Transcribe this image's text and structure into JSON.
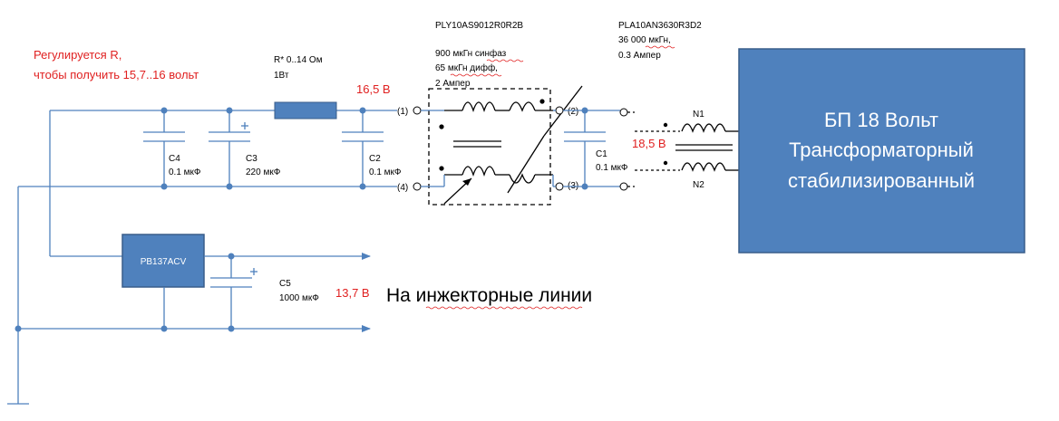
{
  "note_red": {
    "line1": "Регулируется  R,",
    "line2": "чтобы получить  15,7..16 вольт"
  },
  "resistor": {
    "line1": "R* 0..14 Ом",
    "line2": "1Вт"
  },
  "voltages": {
    "v1": "16,5  В",
    "v2": "18,5  В",
    "v3": "13,7  В"
  },
  "filter1": {
    "part": "PLY10AS9012R0R2B",
    "line1": "900 мкГн синфаз",
    "line2": "65 мкГн дифф,",
    "line3": "2 Ампер"
  },
  "filter2": {
    "part": "PLA10AN3630R3D2",
    "line1": "36 000 мкГн,",
    "line2": "0.3 Ампер"
  },
  "capacitors": {
    "c4": {
      "name": "C4",
      "value": "0.1 мкФ"
    },
    "c3": {
      "name": "C3",
      "value": "220 мкФ"
    },
    "c2": {
      "name": "C2",
      "value": "0.1 мкФ"
    },
    "c1": {
      "name": "C1",
      "value": "0.1 мкФ"
    },
    "c5": {
      "name": "C5",
      "value": "1000 мкФ"
    }
  },
  "regulator": {
    "label": "PB137ACV"
  },
  "pins": {
    "p1": "(1)",
    "p4": "(4)",
    "p2": "(2)",
    "p3": "(3)"
  },
  "windings": {
    "n1": "N1",
    "n2": "N2"
  },
  "psu": {
    "line1": "БП 18 Вольт",
    "line2": "Трансформаторный",
    "line3": "стабилизированный"
  },
  "output_label": "На инжекторные линии",
  "colors": {
    "wire": "#4f81bd",
    "block": "#4f81bd",
    "block_text": "#ffffff",
    "note": "#e02020"
  }
}
